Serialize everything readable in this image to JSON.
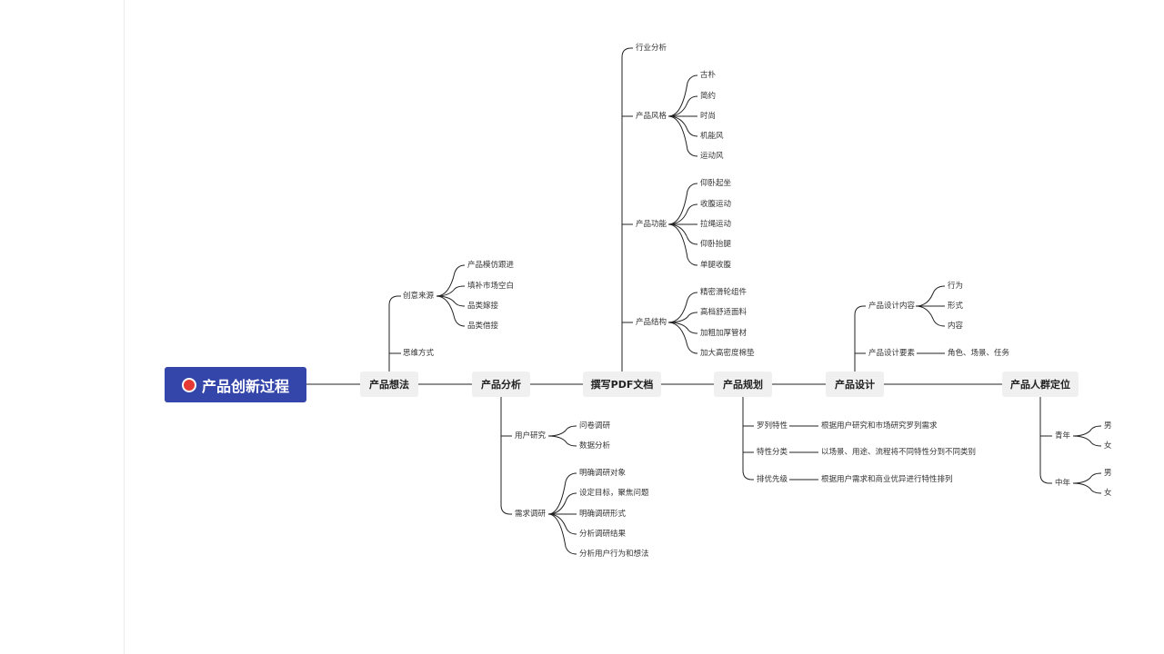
{
  "root": {
    "label": "产品创新过程",
    "icon": "record-icon",
    "color": "#3546ab"
  },
  "main": {
    "idea": "产品想法",
    "analysis": "产品分析",
    "pdf": "撰写PDF文档",
    "planning": "产品规划",
    "design": "产品设计",
    "crowd": "产品人群定位"
  },
  "idea": {
    "source": "创意来源",
    "source_items": [
      "产品模仿跟进",
      "填补市场空白",
      "品类嫁接",
      "品类借接"
    ],
    "thinking": "思维方式"
  },
  "analysis": {
    "user_research": "用户研究",
    "user_items": [
      "问卷调研",
      "数据分析"
    ],
    "demand": "需求调研",
    "demand_items": [
      "明确调研对象",
      "设定目标，聚焦问题",
      "明确调研形式",
      "分析调研结果",
      "分析用户行为和想法"
    ]
  },
  "pdf": {
    "industry": "行业分析",
    "style": "产品风格",
    "style_items": [
      "古朴",
      "简约",
      "时尚",
      "机能风",
      "运动风"
    ],
    "function": "产品功能",
    "function_items": [
      "仰卧起坐",
      "收腹运动",
      "拉绳运动",
      "仰卧抬腿",
      "单腿收腹"
    ],
    "structure": "产品结构",
    "structure_items": [
      "精密滑轮组件",
      "高档舒适面料",
      "加粗加厚管材",
      "加大高密度棉垫"
    ]
  },
  "planning": {
    "items": [
      {
        "label": "罗列特性",
        "detail": "根据用户研究和市场研究罗列需求"
      },
      {
        "label": "特性分类",
        "detail": "以场景、用途、流程将不同特性分到不同类别"
      },
      {
        "label": "排优先级",
        "detail": "根据用户需求和商业优异进行特性排列"
      }
    ]
  },
  "design": {
    "content": "产品设计内容",
    "content_items": [
      "行为",
      "形式",
      "内容"
    ],
    "elements": "产品设计要素",
    "elements_detail": "角色、场景、任务"
  },
  "crowd": {
    "youth": "青年",
    "middle": "中年",
    "gender": [
      "男",
      "女"
    ]
  },
  "colors": {
    "line": "#222222",
    "node_bg": "#f0f0f0",
    "root_icon": "#e53935"
  }
}
